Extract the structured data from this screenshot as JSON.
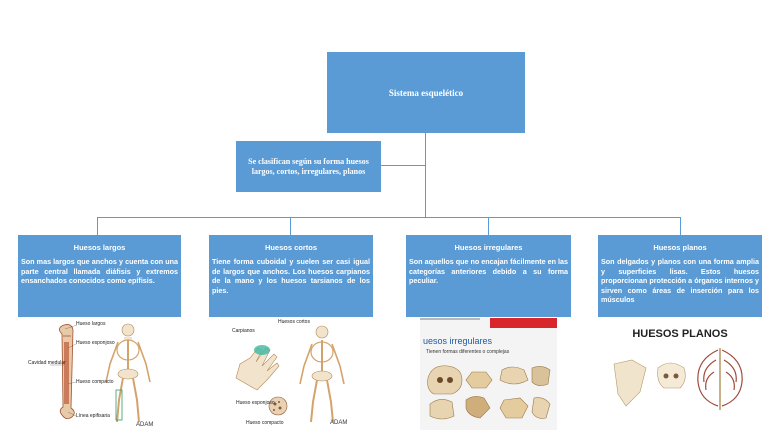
{
  "root": {
    "label": "Sistema esquelético"
  },
  "classification": {
    "text": "Se clasifican según su forma huesos largos, cortos, irregulares, planos"
  },
  "categories": [
    {
      "title": "Huesos largos",
      "description": "Son mas largos que anchos y cuenta con una parte central llamada diáfisis y extremos ensanchados conocidos como epífisis."
    },
    {
      "title": "Huesos cortos",
      "description": "Tiene forma cuboidal y suelen ser casi igual de largos que anchos. Los huesos carpianos de la mano y los huesos tarsianos de los pies."
    },
    {
      "title": "Huesos irregulares",
      "description": "Son aquellos que no encajan fácilmente en las categorías anteriores debido a su forma peculiar."
    },
    {
      "title": "Huesos planos",
      "description": "Son delgados y planos con una forma amplia y superficies lisas. Estos huesos proporcionan protección a órganos internos y sirven como áreas de inserción para los músculos"
    }
  ],
  "illustrations": {
    "largos": {
      "labels": [
        "Hueso largos",
        "Hueso esponjoso",
        "Cavidad medular",
        "Hueso compacto",
        "Línea epifisaria"
      ],
      "credit": "ADAM"
    },
    "cortos": {
      "labels": [
        "Huesos cortos",
        "Carpianos",
        "Hueso esponjoso",
        "Hueso compacto"
      ],
      "credit": "ADAM"
    },
    "irregulares": {
      "heading": "uesos irregulares",
      "subheading": "Tienen formas diferentes o complejas"
    },
    "planos": {
      "heading": "HUESOS PLANOS"
    }
  },
  "colors": {
    "box": "#5b9bd5",
    "box_text": "#ffffff",
    "irregular_bar": "#d9262c"
  }
}
